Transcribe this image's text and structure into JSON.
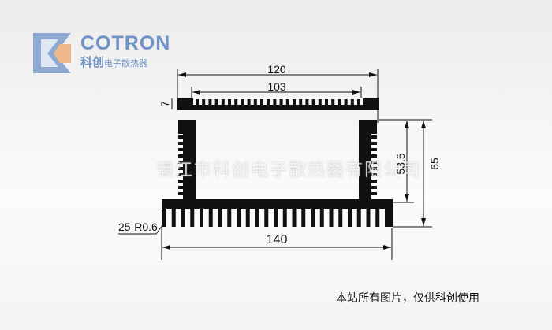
{
  "logo": {
    "brand": "COTRON",
    "cn_bold": "科创",
    "cn_small": "电子散热器"
  },
  "dimensions": {
    "top_width": "120",
    "top_inner": "103",
    "top_thickness": "7",
    "height_inner": "53.5",
    "height_total": "65",
    "base_width": "140",
    "fin_note": "25-R0.6"
  },
  "watermark": "镇江市科创电子散热器有限公司",
  "notice": "本站所有图片，仅供科创使用"
}
